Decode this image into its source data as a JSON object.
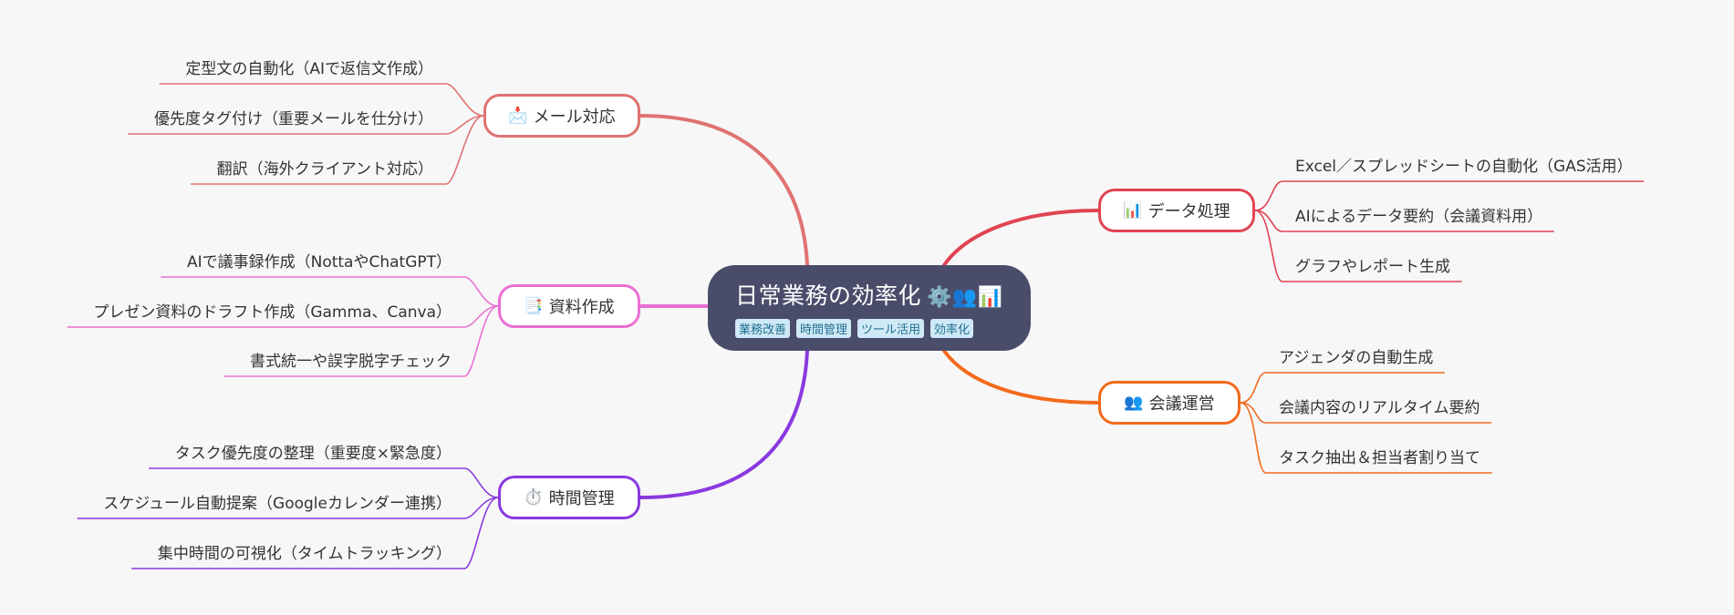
{
  "central": {
    "title": "日常業務の効率化",
    "emojis": "⚙️👥📊",
    "tags": [
      "業務改善",
      "時間管理",
      "ツール活用",
      "効率化"
    ],
    "color": "#4a4d6a"
  },
  "branches": [
    {
      "id": "mail",
      "icon": "📩",
      "label": "メール対応",
      "color": "#e07272",
      "side": "left",
      "children": [
        "定型文の自動化（AIで返信文作成）",
        "優先度タグ付け（重要メールを仕分け）",
        "翻訳（海外クライアント対応）"
      ]
    },
    {
      "id": "docs",
      "icon": "📑",
      "label": "資料作成",
      "color": "#ea6fd3",
      "side": "left",
      "children": [
        "AIで議事録作成（NottaやChatGPT）",
        "プレゼン資料のドラフト作成（Gamma、Canva）",
        "書式統一や誤字脱字チェック"
      ]
    },
    {
      "id": "time",
      "icon": "⏱️",
      "label": "時間管理",
      "color": "#8a39e0",
      "side": "left",
      "children": [
        "タスク優先度の整理（重要度×緊急度）",
        "スケジュール自動提案（Googleカレンダー連携）",
        "集中時間の可視化（タイムトラッキング）"
      ]
    },
    {
      "id": "data",
      "icon": "📊",
      "label": "データ処理",
      "color": "#e04452",
      "side": "right",
      "children": [
        "Excel／スプレッドシートの自動化（GAS活用）",
        "AIによるデータ要約（会議資料用）",
        "グラフやレポート生成"
      ]
    },
    {
      "id": "meeting",
      "icon": "👥",
      "label": "会議運営",
      "color": "#f26a1b",
      "side": "right",
      "children": [
        "アジェンダの自動生成",
        "会議内容のリアルタイム要約",
        "タスク抽出＆担当者割り当て"
      ]
    }
  ]
}
